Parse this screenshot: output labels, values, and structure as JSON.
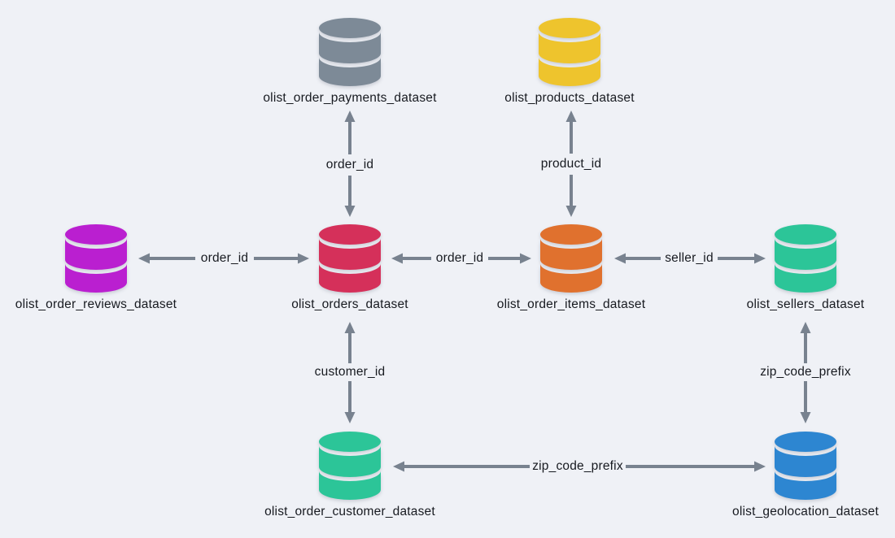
{
  "diagram": {
    "type": "entity-relationship-diagram",
    "background_color": "#eff1f6",
    "arrow_color": "#78828f",
    "text_color": "#171a20",
    "nodes": [
      {
        "label": "olist_order_payments_dataset",
        "color": "#7d8a97",
        "icon": "database-icon"
      },
      {
        "label": "olist_products_dataset",
        "color": "#eec42d",
        "icon": "database-icon"
      },
      {
        "label": "olist_order_reviews_dataset",
        "color": "#ba1fd0",
        "icon": "database-icon"
      },
      {
        "label": "olist_orders_dataset",
        "color": "#d5305a",
        "icon": "database-icon"
      },
      {
        "label": "olist_order_items_dataset",
        "color": "#e0712e",
        "icon": "database-icon"
      },
      {
        "label": "olist_sellers_dataset",
        "color": "#2cc598",
        "icon": "database-icon"
      },
      {
        "label": "olist_order_customer_dataset",
        "color": "#2cc598",
        "icon": "database-icon"
      },
      {
        "label": "olist_geolocation_dataset",
        "color": "#2d86d1",
        "icon": "database-icon"
      }
    ],
    "edges": [
      {
        "from": "olist_order_payments_dataset",
        "to": "olist_orders_dataset",
        "label": "order_id"
      },
      {
        "from": "olist_products_dataset",
        "to": "olist_order_items_dataset",
        "label": "product_id"
      },
      {
        "from": "olist_order_reviews_dataset",
        "to": "olist_orders_dataset",
        "label": "order_id"
      },
      {
        "from": "olist_orders_dataset",
        "to": "olist_order_items_dataset",
        "label": "order_id"
      },
      {
        "from": "olist_order_items_dataset",
        "to": "olist_sellers_dataset",
        "label": "seller_id"
      },
      {
        "from": "olist_orders_dataset",
        "to": "olist_order_customer_dataset",
        "label": "customer_id"
      },
      {
        "from": "olist_sellers_dataset",
        "to": "olist_geolocation_dataset",
        "label": "zip_code_prefix"
      },
      {
        "from": "olist_order_customer_dataset",
        "to": "olist_geolocation_dataset",
        "label": "zip_code_prefix"
      }
    ]
  }
}
